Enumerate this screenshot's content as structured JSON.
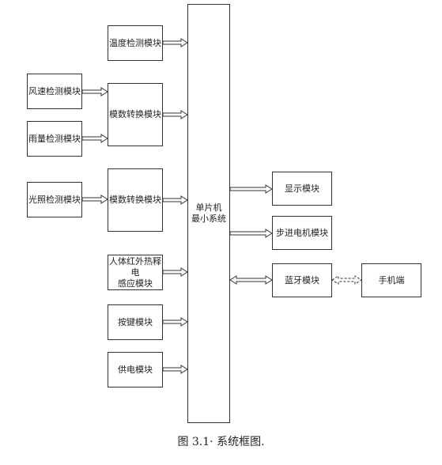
{
  "modules": {
    "temperature": "温度检测模块",
    "wind_speed": "风速检测模块",
    "rainfall": "雨量检测模块",
    "adc_1": "模数转换模块",
    "light": "光照检测模块",
    "adc_2": "模数转换模块",
    "pir_line1": "人体红外热释电",
    "pir_line2": "感应模块",
    "keys": "按键模块",
    "power": "供电模块",
    "mcu_line1": "单片机",
    "mcu_line2": "最小系统",
    "display": "显示模块",
    "stepper": "步进电机模块",
    "bluetooth": "蓝牙模块",
    "phone": "手机端"
  },
  "caption": "图 3.1· 系统框图."
}
